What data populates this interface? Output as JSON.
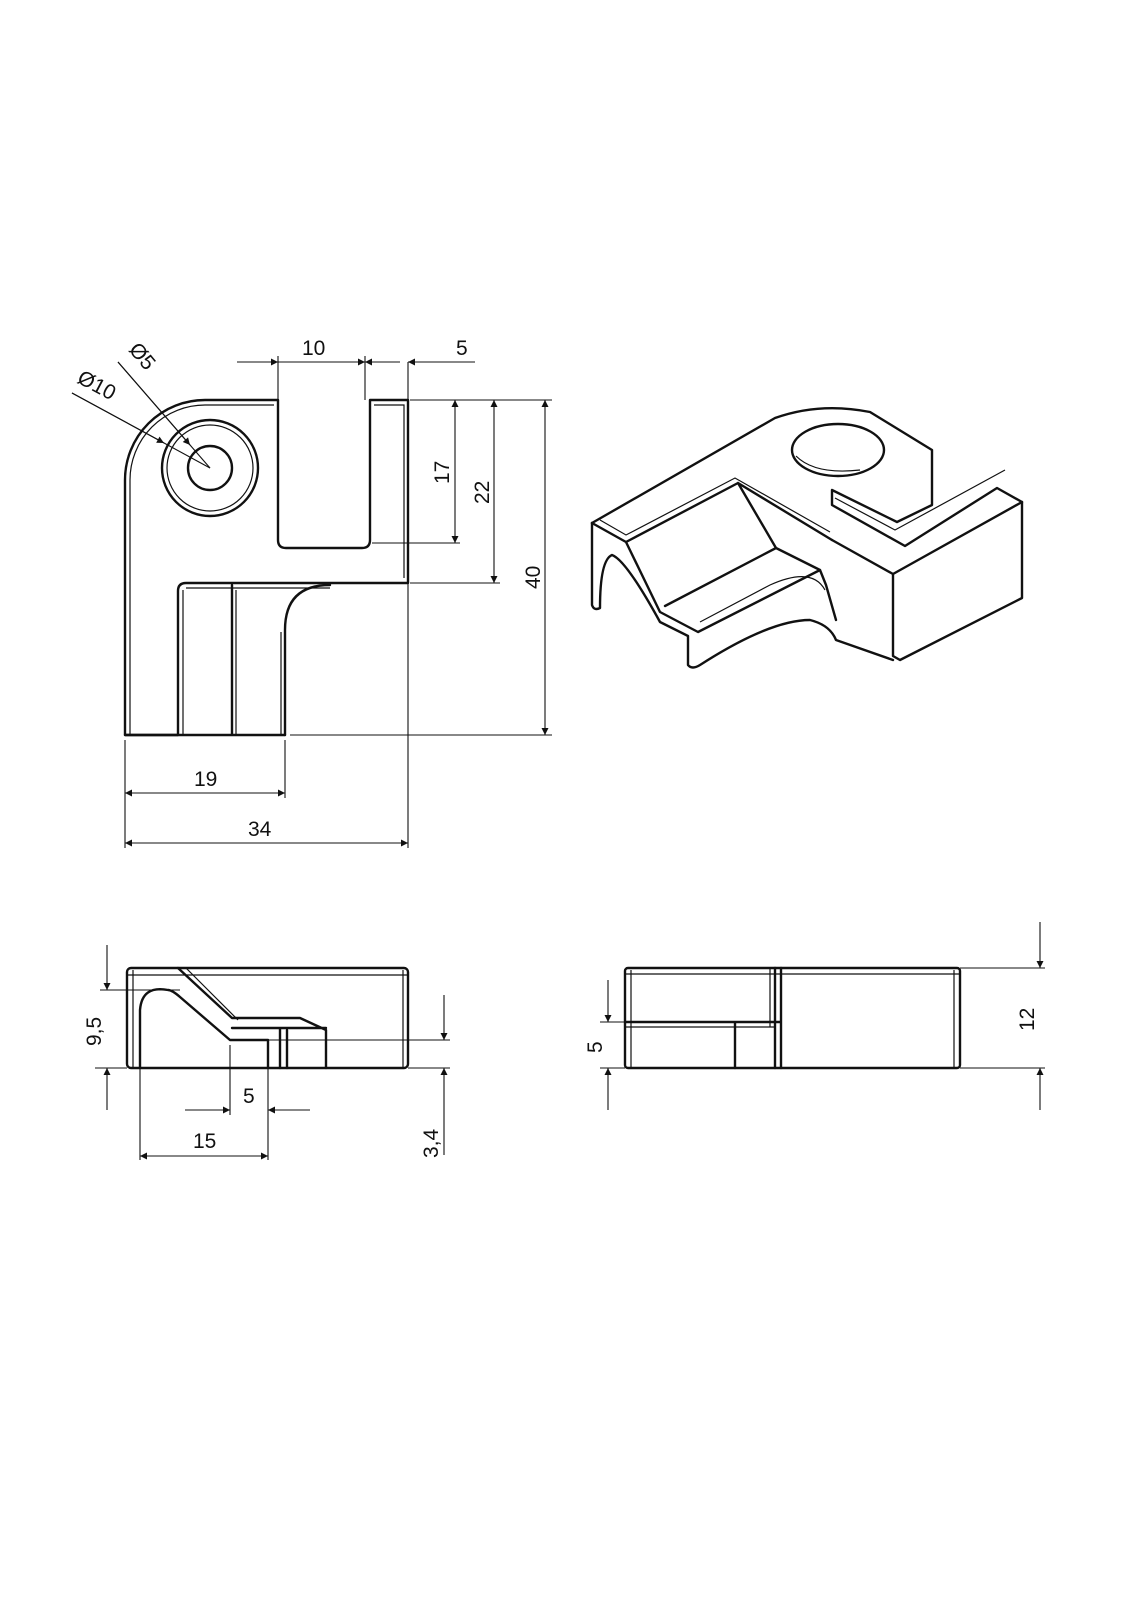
{
  "front_view": {
    "dims": {
      "slot_width": "10",
      "right_wall": "5",
      "slot_depth": "17",
      "upper_height": "22",
      "total_height": "40",
      "lower_width": "19",
      "total_width": "34",
      "outer_diameter": "Ø10",
      "hole_diameter": "Ø5"
    }
  },
  "side_view": {
    "dims": {
      "ramp_height": "9,5",
      "step_width": "5",
      "arch_width": "15",
      "floor_height": "3,4"
    }
  },
  "end_view": {
    "dims": {
      "lower_height": "5",
      "total_height": "12"
    }
  },
  "colors": {
    "line": "#111111",
    "background": "#ffffff"
  }
}
